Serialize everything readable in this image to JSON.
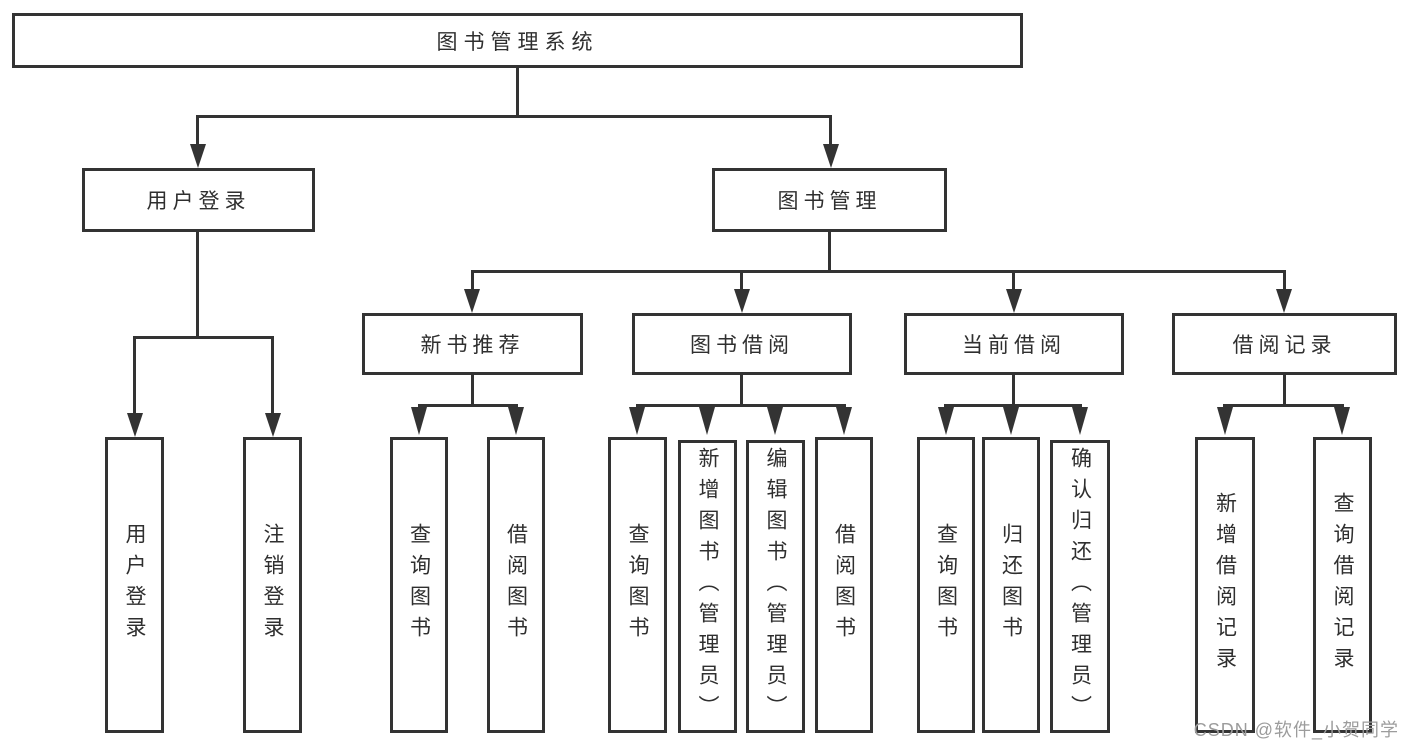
{
  "colors": {
    "line": "#333333",
    "text": "#2f2f2f",
    "watermark": "#9c9c9c",
    "bg": "#ffffff"
  },
  "diagram_type": "tree-structure-chart",
  "nodes": {
    "root": {
      "label": "图书管理系统"
    },
    "user_login": {
      "label": "用户登录"
    },
    "book_mgmt": {
      "label": "图书管理"
    },
    "new_book_rec": {
      "label": "新书推荐"
    },
    "book_borrow": {
      "label": "图书借阅"
    },
    "current_borrow": {
      "label": "当前借阅"
    },
    "borrow_record": {
      "label": "借阅记录"
    },
    "leaf_user_login": {
      "label": "用户登录"
    },
    "leaf_logout": {
      "label": "注销登录"
    },
    "leaf_nb_query": {
      "label": "查询图书"
    },
    "leaf_nb_borrow": {
      "label": "借阅图书"
    },
    "leaf_bb_query": {
      "label": "查询图书"
    },
    "leaf_bb_add": {
      "label": "新增图书（管理员）"
    },
    "leaf_bb_edit": {
      "label": "编辑图书（管理员）"
    },
    "leaf_bb_borrow": {
      "label": "借阅图书"
    },
    "leaf_cb_query": {
      "label": "查询图书"
    },
    "leaf_cb_return": {
      "label": "归还图书"
    },
    "leaf_cb_confirm": {
      "label": "确认归还（管理员）"
    },
    "leaf_br_add": {
      "label": "新增借阅记录"
    },
    "leaf_br_query": {
      "label": "查询借阅记录"
    }
  },
  "watermark": {
    "text": "CSDN @软件_小贺同学"
  }
}
